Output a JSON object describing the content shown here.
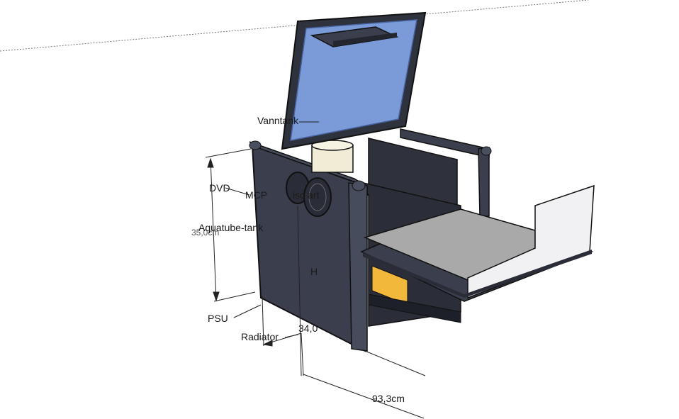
{
  "labels": {
    "vanntank": "Vanntank",
    "dvd": "DVD",
    "mcp": "MCP",
    "soundcard_fragment": "isc art",
    "aquatube": "Aquatube-tank",
    "height_dim": "35,0cm",
    "h_marker": "H",
    "psu": "PSU",
    "radiator": "Radiator",
    "depth_dim": "34,0",
    "width_dim": "93,3cm"
  },
  "colors": {
    "cabinet": "#3b3f4d",
    "cabinet_dark": "#2a2d37",
    "lid_glass": "#7a9ad8",
    "tank": "#f1ecd6",
    "tray": "#a9a9a9",
    "side_panel": "#f1f1f4",
    "yellow_block": "#f2b83b"
  }
}
